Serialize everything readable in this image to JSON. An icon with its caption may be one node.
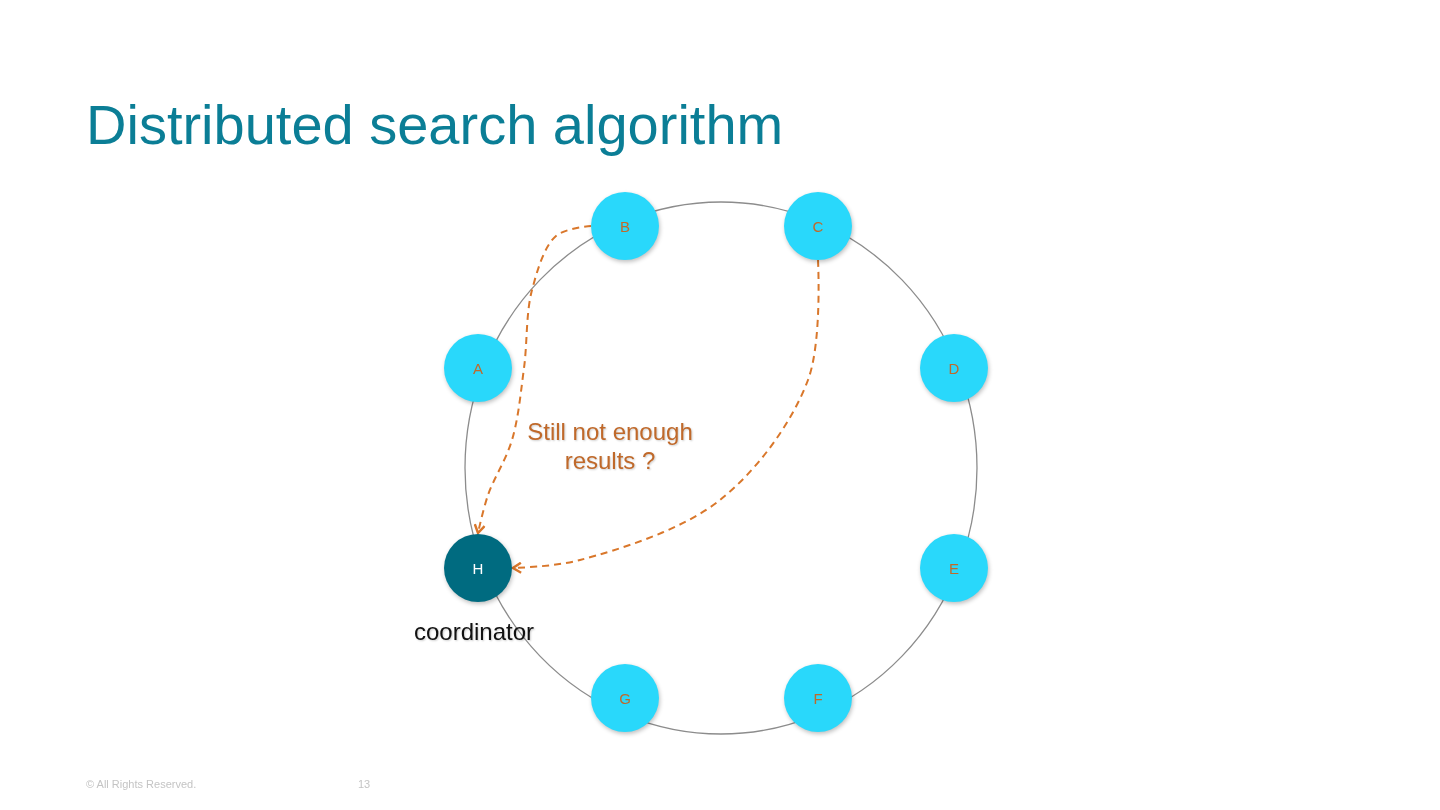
{
  "diagram": {
    "title": "Distributed search algorithm",
    "nodes": [
      {
        "text": [
          "B"
        ]
      },
      {
        "text": [
          "C"
        ]
      },
      {
        "text": [
          "A"
        ]
      },
      {
        "text": [
          "D"
        ]
      },
      {
        "text": [
          "H"
        ],
        "beside": [
          "coordinator"
        ]
      },
      {
        "text": [
          "E"
        ]
      },
      {
        "text": [
          "G"
        ]
      },
      {
        "text": [
          "F"
        ]
      }
    ],
    "edges": [
      {
        "from": 0,
        "to": 4,
        "arrow": "to",
        "style": "dashed"
      },
      {
        "from": 1,
        "to": 4,
        "arrow": "to",
        "style": "dashed"
      }
    ],
    "labels": [
      "Still not enough results ?",
      "© All Rights Reserved.",
      "13"
    ]
  }
}
